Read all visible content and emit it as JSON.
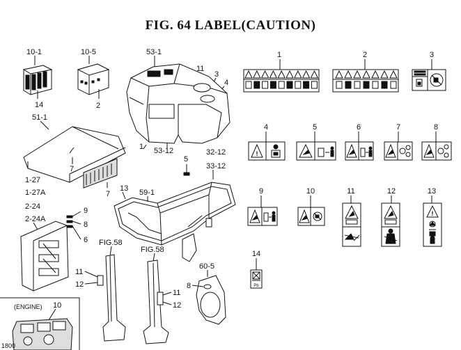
{
  "title": "FIG. 64  LABEL(CAUTION)",
  "callouts": {
    "c10_1": "10-1",
    "c14_a": "14",
    "c10_5": "10-5",
    "c2_a": "2",
    "c53_1": "53-1",
    "c11_a": "11",
    "c3_a": "3",
    "c4_a": "4",
    "c1_a": "1",
    "c53_12": "53-12",
    "c51_1": "51-1",
    "c7_a": "7",
    "c7_b": "7",
    "c32_12": "32-12",
    "c33_12": "33-12",
    "c5_a": "5",
    "c1_27": "1-27",
    "c1_27a": "1-27A",
    "c2_24": "2-24",
    "c2_24a": "2-24A",
    "c13_a": "13",
    "c59_1": "59-1",
    "c9_a": "9",
    "c8_a": "8",
    "c6_a": "6",
    "fig58_a": "FIG.58",
    "fig58_b": "FIG.58",
    "c11_b": "11",
    "c12_b": "12",
    "c11_c": "11",
    "c12_c": "12",
    "c60_5": "60-5",
    "c8_b": "8",
    "engine_label": "(ENGINE)",
    "c10_engine": "10",
    "partial_code": "1800"
  },
  "label_numbers": [
    "1",
    "2",
    "3",
    "4",
    "5",
    "6",
    "7",
    "8",
    "9",
    "10",
    "11",
    "12",
    "13",
    "14"
  ],
  "label14_text": "Pb"
}
